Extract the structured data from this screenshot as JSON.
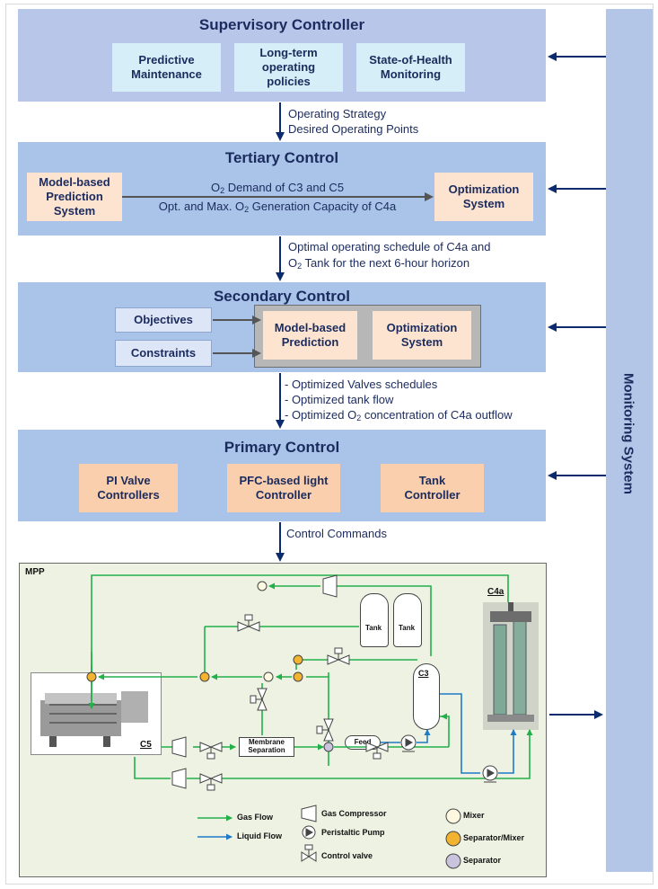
{
  "supervisory": {
    "title": "Supervisory Controller",
    "boxes": [
      "Predictive\nMaintenance",
      "Long-term\noperating\npolicies",
      "State-of-Health\nMonitoring"
    ]
  },
  "sup_to_ter": {
    "line1": "Operating Strategy",
    "line2": "Desired Operating Points"
  },
  "tertiary": {
    "title": "Tertiary Control",
    "left_box": "Model-based\nPrediction\nSystem",
    "right_box": "Optimization\nSystem",
    "arrow_line1_pre": "O",
    "arrow_line1_sub": "2",
    "arrow_line1_post": " Demand of C3 and C5",
    "arrow_line2_pre": "Opt. and Max. O",
    "arrow_line2_sub": "2",
    "arrow_line2_post": " Generation Capacity of C4a"
  },
  "ter_to_sec": {
    "line1": "Optimal operating schedule of C4a and",
    "line2_pre": "O",
    "line2_sub": "2",
    "line2_post": " Tank for the next 6-hour horizon"
  },
  "secondary": {
    "title": "Secondary Control",
    "objectives": "Objectives",
    "constraints": "Constraints",
    "mbp": "Model-based\nPrediction",
    "opt": "Optimization\nSystem"
  },
  "sec_to_pri": {
    "line1": "- Optimized Valves schedules",
    "line2": "- Optimized tank flow",
    "line3_pre": "- Optimized O",
    "line3_sub": "2",
    "line3_post": " concentration of C4a outflow"
  },
  "primary": {
    "title": "Primary Control",
    "boxes": [
      "PI Valve\nControllers",
      "PFC-based light\nController",
      "Tank\nController"
    ]
  },
  "pri_to_mpp": {
    "label": "Control Commands"
  },
  "monitoring": {
    "label": "Monitoring System"
  },
  "mpp": {
    "label": "MPP",
    "tank1": "Tank",
    "tank2": "Tank",
    "c3": "C3",
    "c4a": "C4a",
    "c5": "C5",
    "feed": "Feed",
    "membrane": "Membrane\nSeparation",
    "legend": {
      "gas_compressor": "Gas Compressor",
      "peristaltic_pump": "Peristaltic Pump",
      "control_valve": "Control valve",
      "gas_flow": "Gas Flow",
      "liquid_flow": "Liquid Flow",
      "mixer": "Mixer",
      "separator_mixer": "Separator/Mixer",
      "separator": "Separator"
    }
  },
  "colors": {
    "gas": "#22b04a",
    "liquid": "#1f7ac8",
    "arrow": "#0c2a6e",
    "layer": "#a9c4e8",
    "monitor": "#b3c6e7",
    "orange_node": "#f2b430",
    "separator_node": "#c9c3dd"
  }
}
